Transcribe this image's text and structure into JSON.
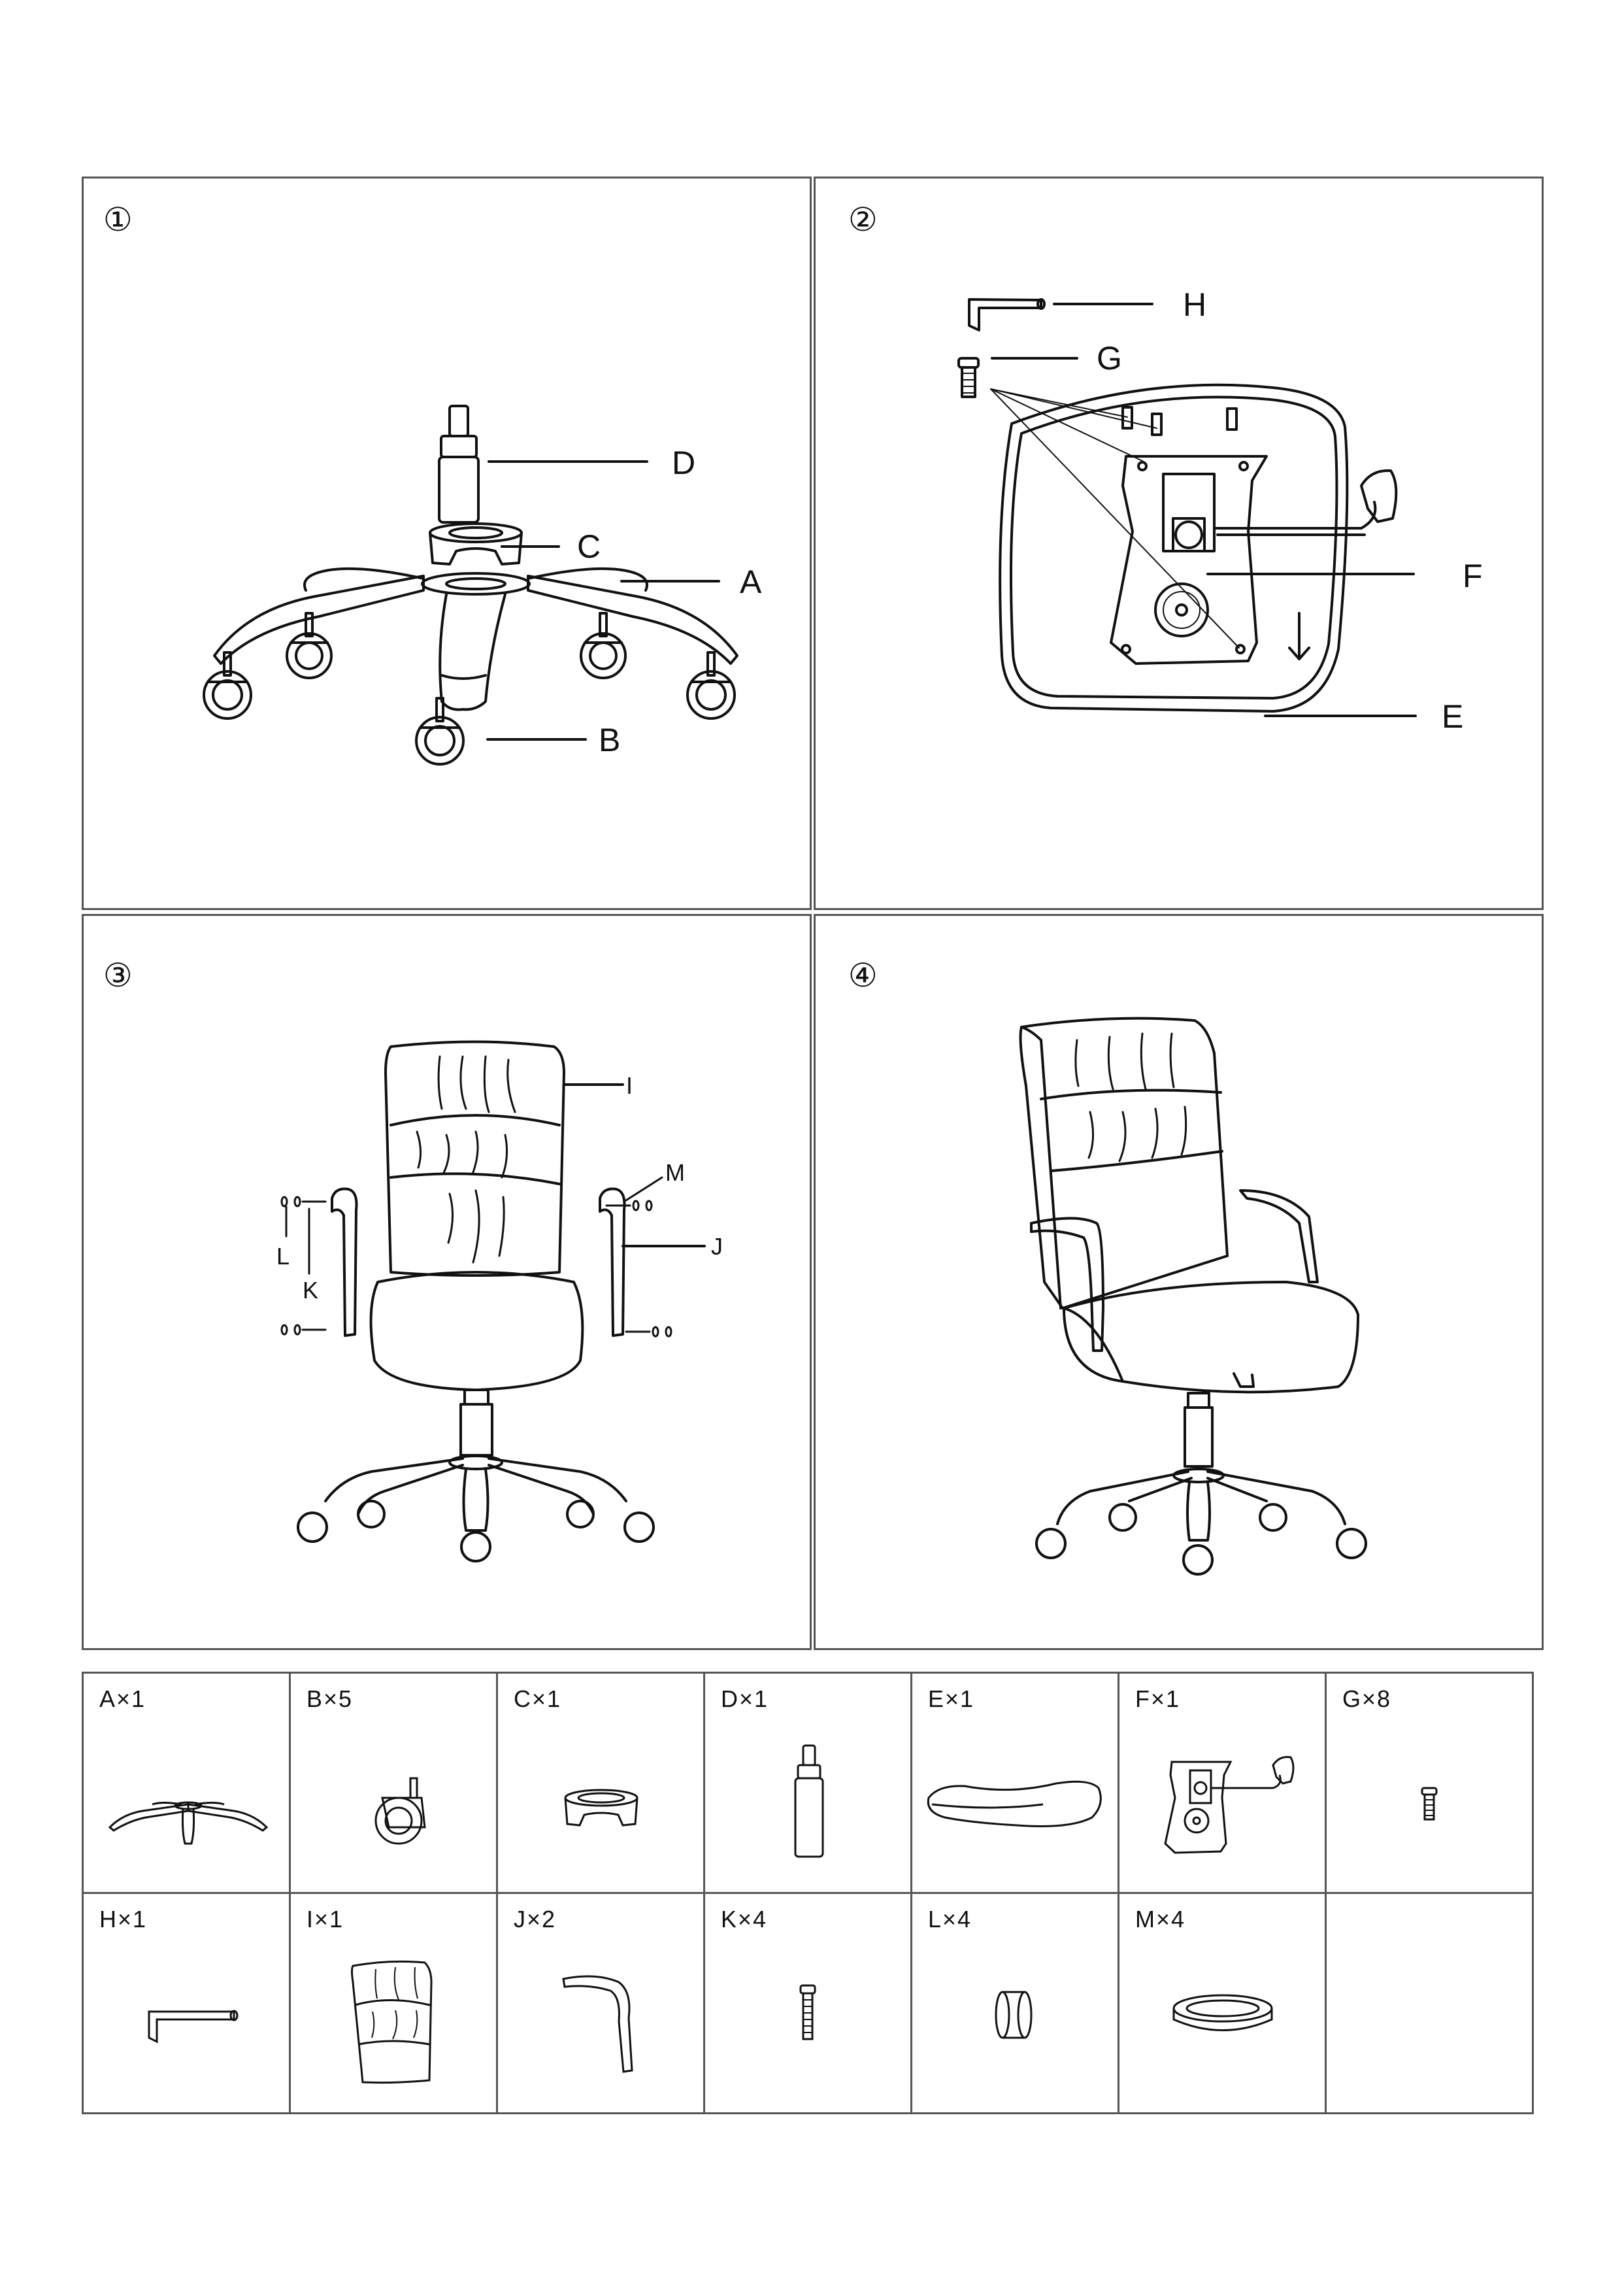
{
  "steps": [
    {
      "number": "①",
      "callouts": {
        "D": "D",
        "C": "C",
        "A": "A",
        "B": "B"
      }
    },
    {
      "number": "②",
      "callouts": {
        "H": "H",
        "G": "G",
        "F": "F",
        "E": "E"
      }
    },
    {
      "number": "③",
      "callouts": {
        "I": "I",
        "M": "M",
        "J": "J",
        "L": "L",
        "K": "K"
      }
    },
    {
      "number": "④"
    }
  ],
  "parts": [
    {
      "id": "A",
      "label": "A×1",
      "icon": "star-base-icon"
    },
    {
      "id": "B",
      "label": "B×5",
      "icon": "caster-icon"
    },
    {
      "id": "C",
      "label": "C×1",
      "icon": "base-cover-icon"
    },
    {
      "id": "D",
      "label": "D×1",
      "icon": "gas-lift-icon"
    },
    {
      "id": "E",
      "label": "E×1",
      "icon": "seat-cushion-icon"
    },
    {
      "id": "F",
      "label": "F×1",
      "icon": "tilt-mechanism-icon"
    },
    {
      "id": "G",
      "label": "G×8",
      "icon": "bolt-icon"
    },
    {
      "id": "H",
      "label": "H×1",
      "icon": "allen-key-icon"
    },
    {
      "id": "I",
      "label": "I×1",
      "icon": "backrest-icon"
    },
    {
      "id": "J",
      "label": "J×2",
      "icon": "armrest-icon"
    },
    {
      "id": "K",
      "label": "K×4",
      "icon": "bolt-icon"
    },
    {
      "id": "L",
      "label": "L×4",
      "icon": "washer-icon"
    },
    {
      "id": "M",
      "label": "M×4",
      "icon": "spring-washer-icon"
    }
  ]
}
